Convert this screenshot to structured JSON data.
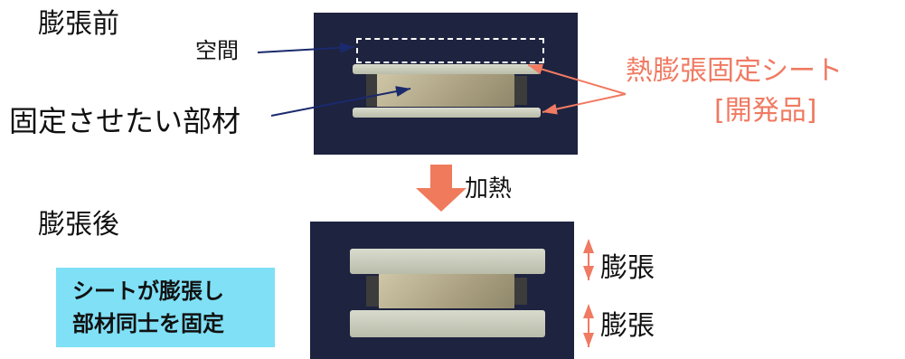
{
  "labels": {
    "before": "膨張前",
    "space": "空間",
    "member": "固定させたい部材",
    "sheet_title": "熱膨張固定シート",
    "sheet_sub": "[開発品]",
    "heat": "加熱",
    "after": "膨張後",
    "expand_top": "膨張",
    "expand_bottom": "膨張",
    "note_line1": "シートが膨張し",
    "note_line2": "部材同士を固定"
  },
  "colors": {
    "accent": "#f07a62",
    "arrow": "#ef7a5c",
    "note_bg": "#7fe0f6",
    "photo_bg": "#1e2340"
  }
}
